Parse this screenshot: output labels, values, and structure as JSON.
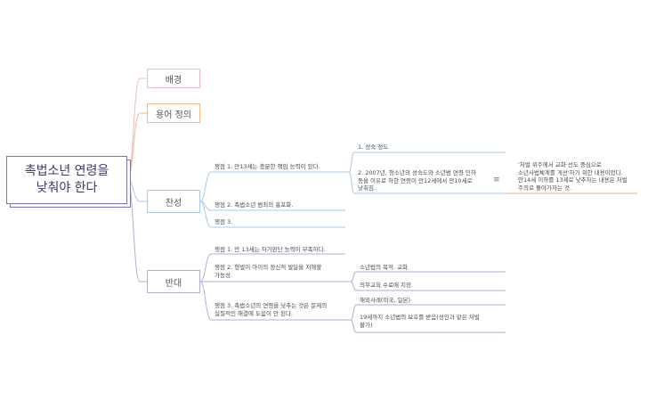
{
  "root": {
    "title": "촉법소년 연령을\n낮춰야 한다"
  },
  "branches": {
    "background": "배경",
    "terms": "용어 정의",
    "pro": {
      "label": "찬성",
      "point1": "쟁점 1. 만13세는 충분한 책임 능력이 있다.",
      "point1_children": [
        "1. 성숙 정도",
        "2. 2007년, 청소년의 성숙도와 소년범 연령 인하\n등을 이유로 하한 연령이 만12세에서 만10세로\n낮춰짐."
      ],
      "point1_note": "'처벌 위주에서 교화·선도 중심으로\n소년사법체계를 개선'하기 위한 내용이었다.\n만14세 이하를 13세로 낮추자는 내용은 처벌\n주의로 돌아가자는 것.",
      "point2": "쟁점 2. 촉법소년 범죄의 흉포화.",
      "point3": "쟁점 3."
    },
    "con": {
      "label": "반대",
      "point1": "쟁점 1. 만 13세는 자기판단 능력이 부족하다.",
      "point2": "쟁점 2. 형벌이 아이의 정신적 발달을 저해할\n가능성.",
      "point2_children": [
        "소년법의 목적. 교화.",
        "의무교육 수료에 지장."
      ],
      "point3": "쟁점 3. 촉법소년의 연령을 낮추는 것은 문제의\n실질적인 해결에 도움이 안 된다.",
      "point3_children": [
        "해외사례(미국, 일본)",
        "19세까지 소년법의 보호를 받음(성인과 같은 처벌\n불가)"
      ]
    }
  },
  "colors": {
    "root_border": "#7b78a6",
    "background": "#f2b7c6",
    "terms": "#f6b78a",
    "pro": "#a9c9ea",
    "con": "#b3aed8",
    "note": "#f3a98a"
  }
}
